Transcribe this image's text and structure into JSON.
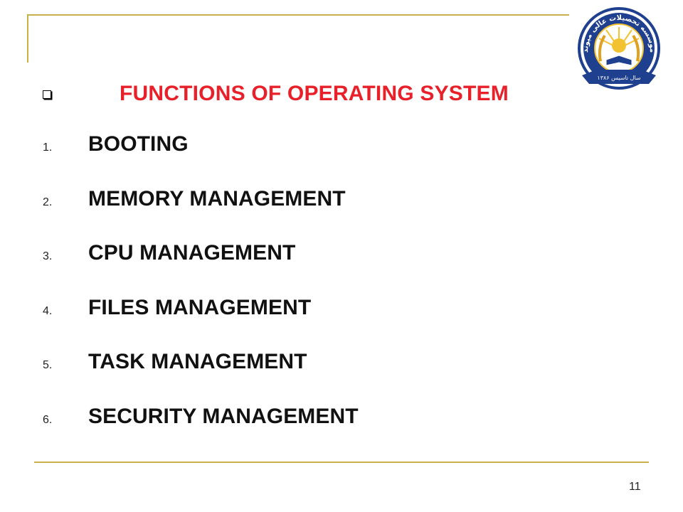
{
  "slide": {
    "heading": "FUNCTIONS OF OPERATING SYSTEM",
    "items": [
      {
        "number": "1.",
        "label": "BOOTING"
      },
      {
        "number": "2.",
        "label": "MEMORY MANAGEMENT"
      },
      {
        "number": "3.",
        "label": "CPU MANAGEMENT"
      },
      {
        "number": "4.",
        "label": "FILES MANAGEMENT"
      },
      {
        "number": "5.",
        "label": "TASK MANAGEMENT"
      },
      {
        "number": "6.",
        "label": "SECURITY MANAGEMENT"
      }
    ],
    "page_number": "11"
  },
  "logo": {
    "top_text": "موسسه تحصیلات عالی میوند",
    "bottom_text": "سال تاسیس ۱۳۸۶",
    "icon": "institution-seal-icon"
  },
  "colors": {
    "heading": "#e8202a",
    "frame": "#c8b04a",
    "logo_blue": "#1f3f8f",
    "logo_gold": "#f2c230"
  }
}
